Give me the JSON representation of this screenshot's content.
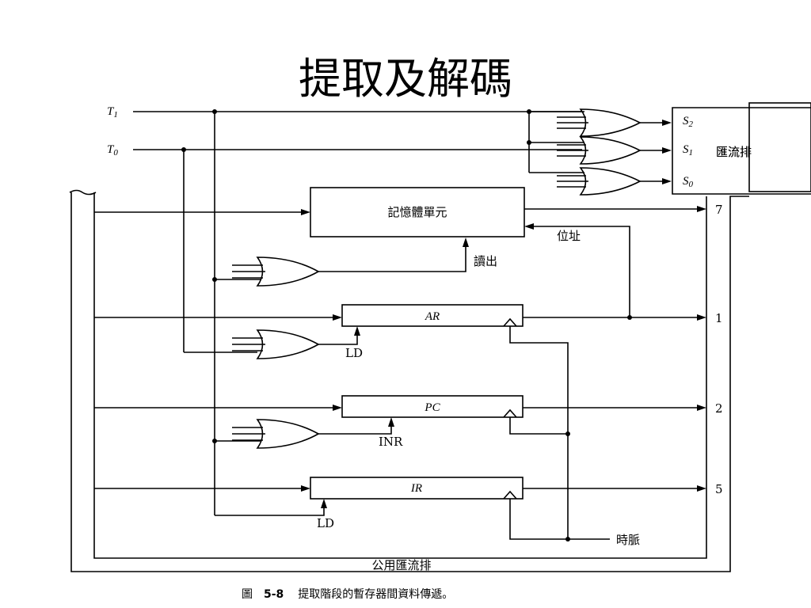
{
  "title": "提取及解碼",
  "signals": {
    "t1": "T",
    "t1_sub": "1",
    "t0": "T",
    "t0_sub": "0"
  },
  "selects": {
    "s2": "S",
    "s2_sub": "2",
    "s1": "S",
    "s1_sub": "1",
    "s0": "S",
    "s0_sub": "0"
  },
  "bus_mux_label": "匯流排",
  "memory": {
    "label": "記憶體單元",
    "address": "位址",
    "read": "讀出"
  },
  "registers": {
    "ar": "AR",
    "pc": "PC",
    "ir": "IR"
  },
  "controls": {
    "ar_ld": "LD",
    "pc_inr": "INR",
    "ir_ld": "LD"
  },
  "bus_inputs": {
    "mem": "7",
    "ar": "1",
    "pc": "2",
    "ir": "5"
  },
  "clock": "時脈",
  "common_bus": "公用匯流排",
  "caption": {
    "fig": "圖",
    "num": "5-8",
    "text": "提取階段的暫存器間資料傳遞。"
  }
}
